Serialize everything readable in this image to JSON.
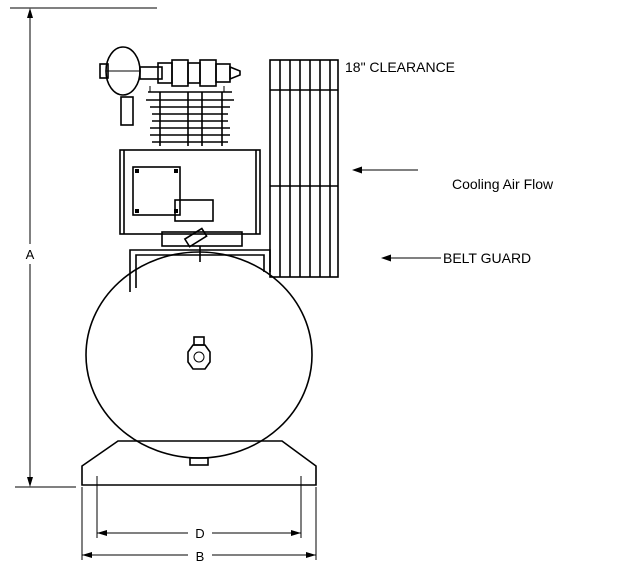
{
  "labels": {
    "clearance": "18\" CLEARANCE",
    "airflow": "Cooling Air Flow",
    "belt_guard": "BELT GUARD",
    "dim_a": "A",
    "dim_b": "B",
    "dim_d": "D"
  },
  "colors": {
    "line": "#000000",
    "background": "#ffffff"
  }
}
